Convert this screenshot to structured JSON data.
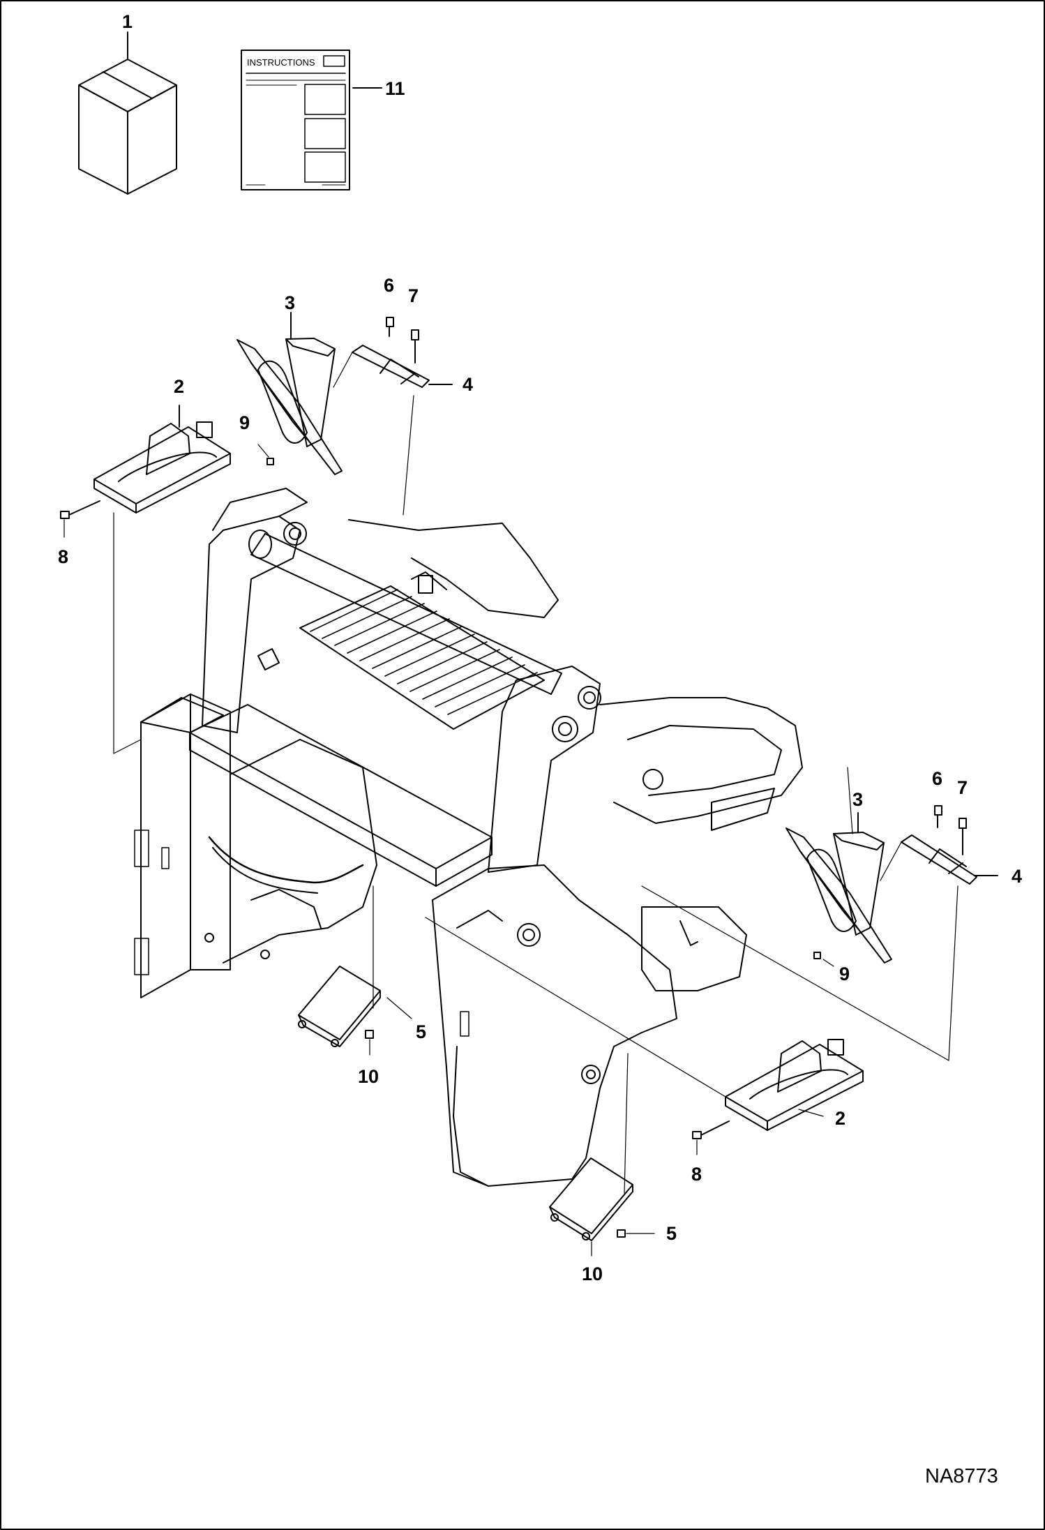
{
  "drawing_code": "NA8773",
  "instruction_sheet_title": "INSTRUCTIONS",
  "callouts": {
    "item_1": "1",
    "item_11": "11",
    "item_3_left": "3",
    "item_6_left": "6",
    "item_7_left": "7",
    "item_4_left": "4",
    "item_2_left": "2",
    "item_9_left": "9",
    "item_8_left": "8",
    "item_6_right": "6",
    "item_7_right": "7",
    "item_3_right": "3",
    "item_4_right": "4",
    "item_9_right": "9",
    "item_5_left": "5",
    "item_10_left": "10",
    "item_2_right": "2",
    "item_8_right": "8",
    "item_5_right": "5",
    "item_10_right": "10"
  }
}
